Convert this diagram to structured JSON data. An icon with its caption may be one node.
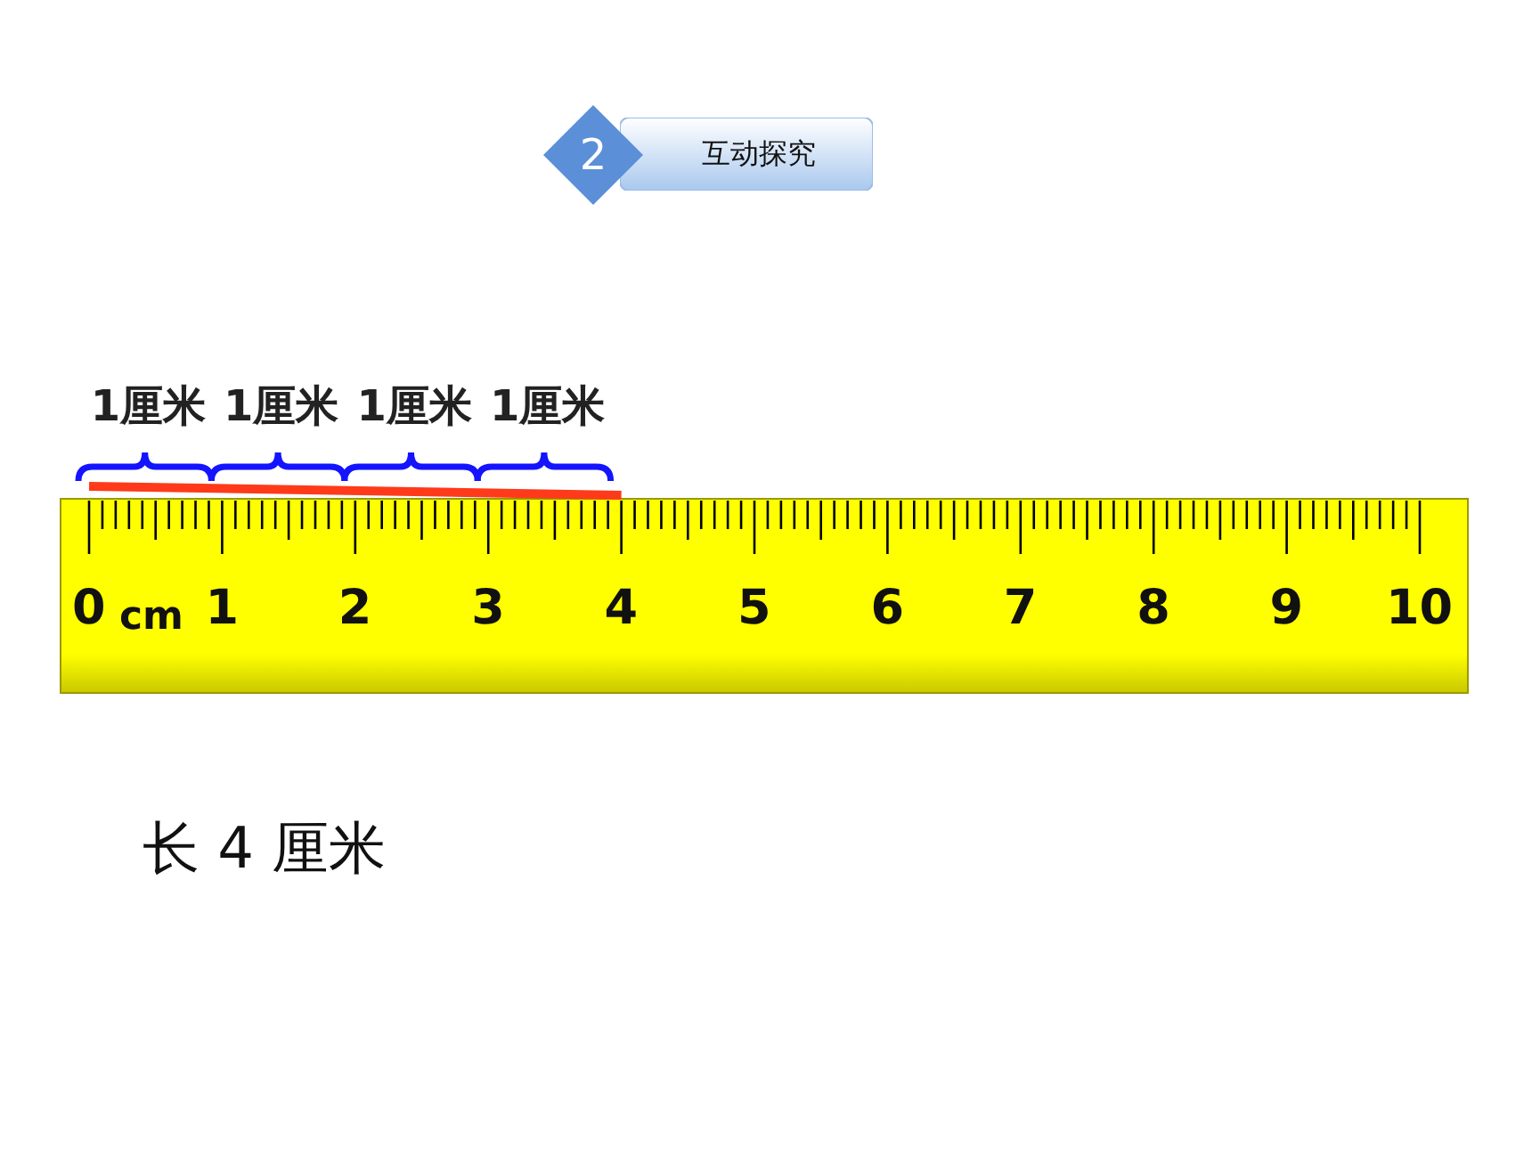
{
  "diagram": {
    "nodes": [
      {
        "text": [
          "2"
        ]
      },
      {
        "text": [
          "互动探究"
        ]
      }
    ],
    "labels": [
      "1厘米",
      "1厘米",
      "1厘米",
      "1厘米",
      "0",
      "cm",
      "1",
      "2",
      "3",
      "4",
      "5",
      "6",
      "7",
      "8",
      "9",
      "10",
      "长 4 厘米"
    ]
  }
}
